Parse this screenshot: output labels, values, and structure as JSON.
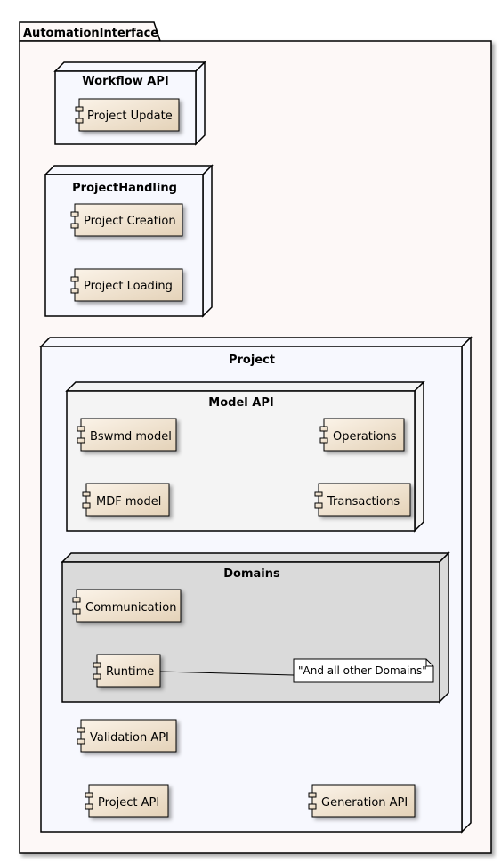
{
  "package": {
    "title": "AutomationInterface"
  },
  "nodes": {
    "workflow_api": {
      "title": "Workflow API",
      "components": [
        "Project Update"
      ]
    },
    "project_handling": {
      "title": "ProjectHandling",
      "components": [
        "Project Creation",
        "Project Loading"
      ]
    },
    "project": {
      "title": "Project",
      "model_api": {
        "title": "Model API",
        "components": [
          "Bswmd model",
          "Operations",
          "MDF model",
          "Transactions"
        ]
      },
      "domains": {
        "title": "Domains",
        "components": [
          "Communication",
          "Runtime"
        ]
      },
      "components": [
        "Validation API",
        "Project API",
        "Generation API"
      ]
    }
  },
  "note": {
    "text": "\"And all other Domains\""
  },
  "colors": {
    "package_fill": "#FDF8F7",
    "node_fill": "#F7F8FE",
    "model_api_fill": "#F4F4F4",
    "domains_fill": "#DADADA",
    "component_fill_top": "#FAF1E6",
    "component_fill_bottom": "#E6D6BE",
    "stroke": "#000000"
  }
}
